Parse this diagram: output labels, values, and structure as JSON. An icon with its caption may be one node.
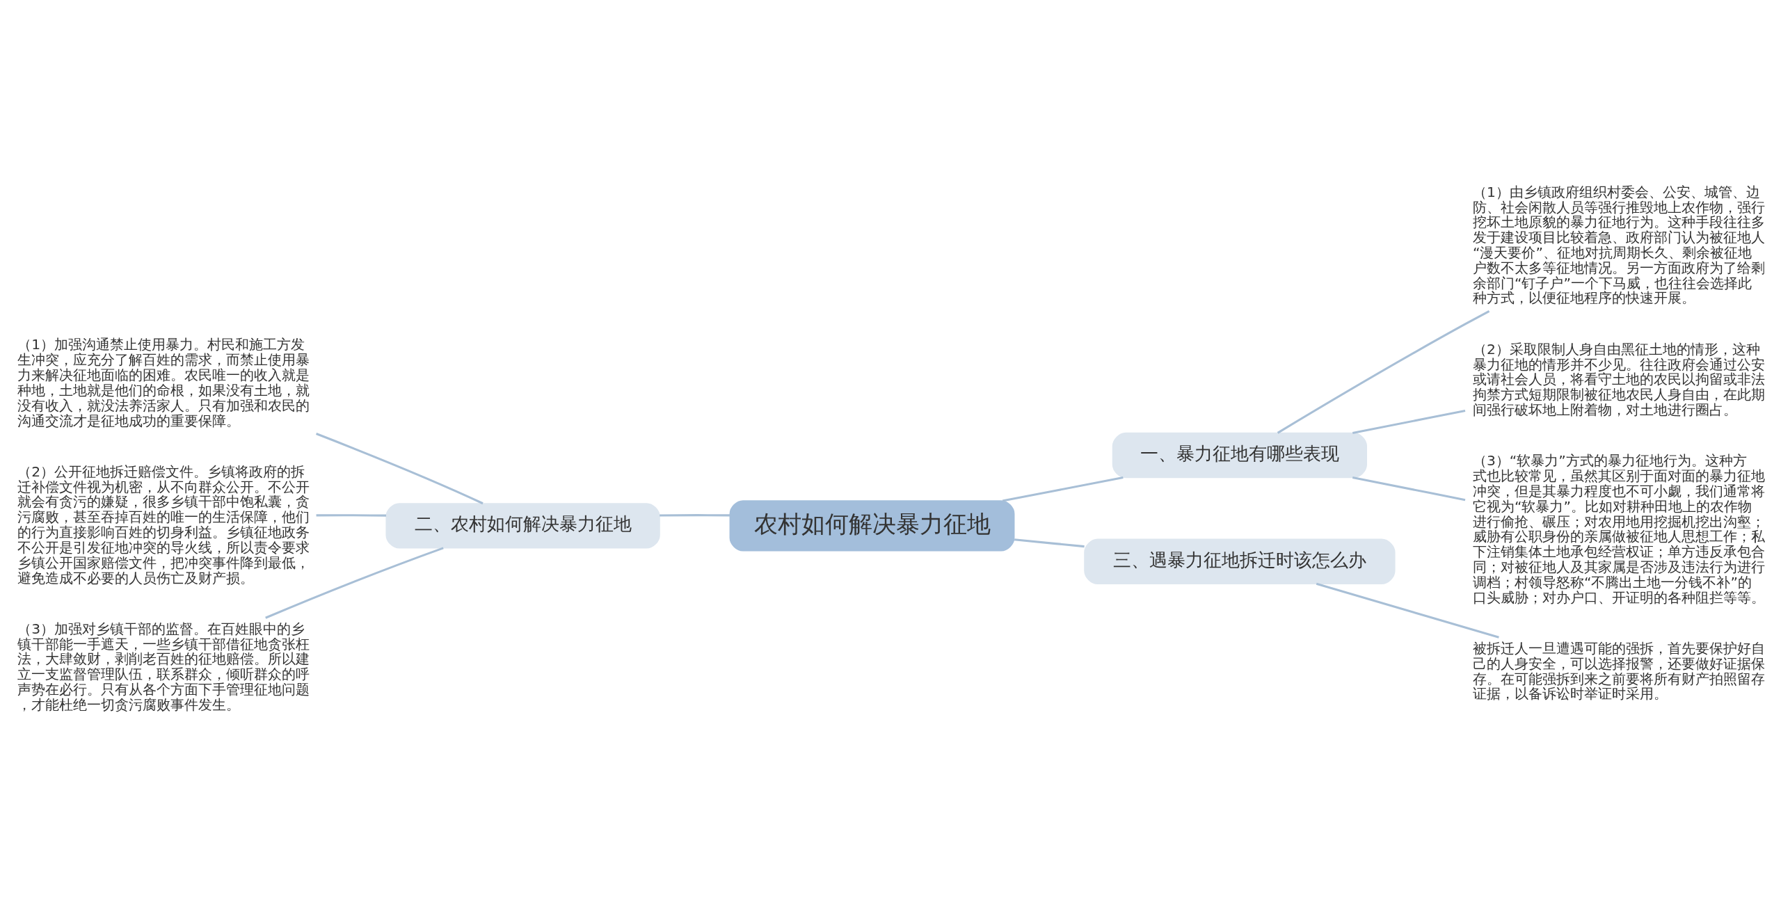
{
  "diagram": {
    "nodes": [
      {
        "text": [
          "农村如何解决暴力征地"
        ]
      },
      {
        "text": [
          "一、暴力征地有哪些表现"
        ]
      },
      {
        "text": [
          "二、农村如何解决暴力征地"
        ]
      },
      {
        "text": [
          "三、遇暴力征地拆迁时该怎么办"
        ]
      },
      {
        "text": [
          "（1）由乡镇政府组织村委会、公安、城管、边防、社会闲散人员等强行推毁地上农作物，强行挖坏土地原貌的暴力征地行为。这种手段往往多发于建设项目比较着急、政府部门认为被征地人“漫天要价”、征地对抗周期长久、剩余被征地户数不太多等征地情况。另一方面政府为了给剩余部门“钉子户”一个下马威，也往往会选择此种方式，以便征地程序的快速开展。"
        ]
      },
      {
        "text": [
          "（2）采取限制人身自由黑征土地的情形，这种暴力征地的情形并不少见。往往政府会通过公安或请社会人员，将看守土地的农民以拘留或非法拘禁方式短期限制被征地农民人身自由，在此期间强行破坏地上附着物，对土地进行圈占。"
        ]
      },
      {
        "text": [
          "（3）“软暴力”方式的暴力征地行为。这种方式也比较常见，虽然其区别于面对面的暴力征地冲突，但是其暴力程度也不可小觑，我们通常将它视为“软暴力”。比如对耕种田地上的农作物进行偷抢、碾压；对农用地用挖掘机挖出沟壑；威胁有公职身份的亲属做被征地人思想工作；私下注销集体土地承包经营权证；单方违反承包合同；对被征地人及其家属是否涉及违法行为进行调档；村领导怒称“不腾出土地一分钱不补”的口头威胁；对办户口、开证明的各种阻拦等等。"
        ]
      },
      {
        "text": [
          "（1）加强沟通禁止使用暴力。村民和施工方发生冲突，应充分了解百姓的需求，而禁止使用暴力来解决征地面临的困难。农民唯一的收入就是种地，土地就是他们的命根，如果没有土地，就没有收入，就没法养活家人。只有加强和农民的沟通交流才是征地成功的重要保障。"
        ]
      },
      {
        "text": [
          "（2）公开征地拆迁赔偿文件。乡镇将政府的拆迁补偿文件视为机密，从不向群众公开。不公开就会有贪污的嫌疑，很多乡镇干部中饱私囊，贪污腐败，甚至吞掉百姓的唯一的生活保障，他们的行为直接影响百姓的切身利益。乡镇征地政务不公开是引发征地冲突的导火线，所以责令要求乡镇公开国家赔偿文件，把冲突事件降到最低，避免造成不必要的人员伤亡及财产损。"
        ]
      },
      {
        "text": [
          "（3）加强对乡镇干部的监督。在百姓眼中的乡镇干部能一手遮天，一些乡镇干部借征地贪张枉法，大肆敛财，剥削老百姓的征地赔偿。所以建立一支监督管理队伍，联系群众，倾听群众的呼声势在必行。只有从各个方面下手管理征地问题，才能杜绝一切贪污腐败事件发生。"
        ]
      },
      {
        "text": [
          "被拆迁人一旦遭遇可能的强拆，首先要保护好自己的人身安全，可以选择报警，还要做好证据保存。在可能强拆到来之前要将所有财产拍照留存证据，以备诉讼时举证时采用。"
        ]
      }
    ],
    "edges": [
      {
        "from": 0,
        "to": 1,
        "arrow": "none"
      },
      {
        "from": 0,
        "to": 2,
        "arrow": "none"
      },
      {
        "from": 0,
        "to": 3,
        "arrow": "none"
      },
      {
        "from": 1,
        "to": 4,
        "arrow": "none"
      },
      {
        "from": 1,
        "to": 5,
        "arrow": "none"
      },
      {
        "from": 1,
        "to": 6,
        "arrow": "none"
      },
      {
        "from": 2,
        "to": 7,
        "arrow": "none"
      },
      {
        "from": 2,
        "to": 8,
        "arrow": "none"
      },
      {
        "from": 2,
        "to": 9,
        "arrow": "none"
      },
      {
        "from": 3,
        "to": 10,
        "arrow": "none"
      }
    ]
  }
}
